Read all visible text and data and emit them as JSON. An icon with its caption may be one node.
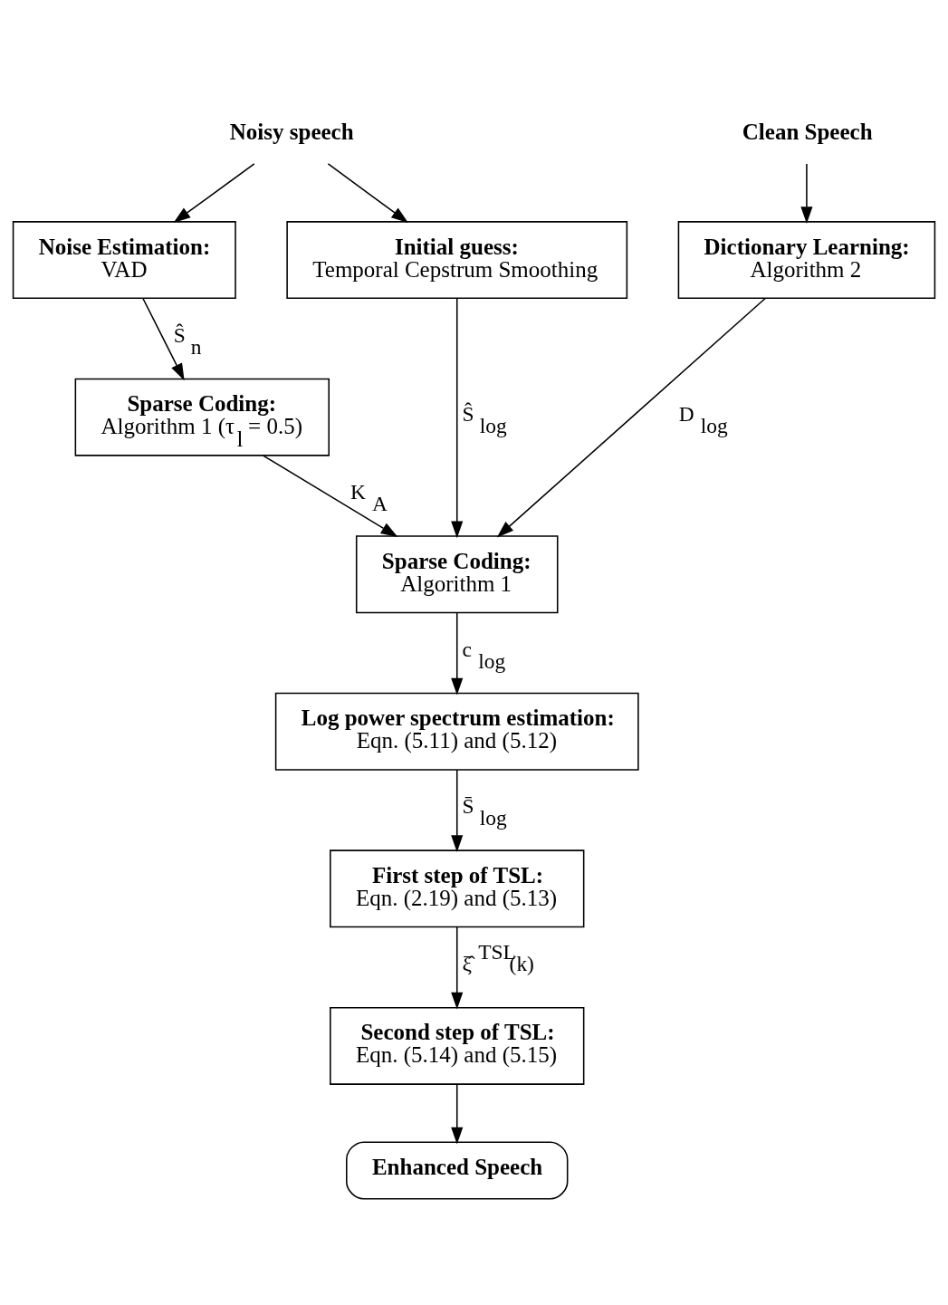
{
  "diagram": {
    "nodes": [
      {
        "text": [
          "Noisy speech"
        ]
      },
      {
        "text": [
          "Clean Speech"
        ]
      },
      {
        "text": [
          "Noise Estimation:",
          "VAD"
        ]
      },
      {
        "text": [
          "Initial guess:",
          "Temporal Cepstrum Smoothing"
        ]
      },
      {
        "text": [
          "Dictionary Learning:",
          "Algorithm 2"
        ]
      },
      {
        "text": [
          "Sparse Coding:",
          "Algorithm 1 (τ$_{l}$ = 0.5)"
        ]
      },
      {
        "text": [
          "Sparse Coding:",
          "Algorithm 1"
        ]
      },
      {
        "text": [
          "Log power spectrum estimation:",
          "Eqn. (5.11) and (5.12)"
        ]
      },
      {
        "text": [
          "First step of TSL:",
          "Eqn. (2.19) and (5.13)"
        ]
      },
      {
        "text": [
          "Second step of TSL:",
          "Eqn. (5.14) and (5.15)"
        ]
      },
      {
        "text": [
          "Enhanced Speech"
        ]
      }
    ],
    "edges": [
      {
        "from": 0,
        "to": 2,
        "arrow": "to"
      },
      {
        "from": 0,
        "to": 3,
        "arrow": "to"
      },
      {
        "from": 1,
        "to": 4,
        "arrow": "to"
      },
      {
        "from": 2,
        "to": 5,
        "arrow": "to",
        "label": "Ŝ$_{n}$"
      },
      {
        "from": 3,
        "to": 6,
        "arrow": "to",
        "label": "Ŝ$_{log}$"
      },
      {
        "from": 4,
        "to": 6,
        "arrow": "to",
        "label": "D$_{log}$"
      },
      {
        "from": 5,
        "to": 6,
        "arrow": "to",
        "label": "K$_{A}$"
      },
      {
        "from": 6,
        "to": 7,
        "arrow": "to",
        "label": "c$_{log}$"
      },
      {
        "from": 7,
        "to": 8,
        "arrow": "to",
        "label": "S̄$_{log}$"
      },
      {
        "from": 8,
        "to": 9,
        "arrow": "to",
        "label": "ξ̂$^{TSL}$(k)"
      },
      {
        "from": 9,
        "to": 10,
        "arrow": "to"
      }
    ]
  }
}
